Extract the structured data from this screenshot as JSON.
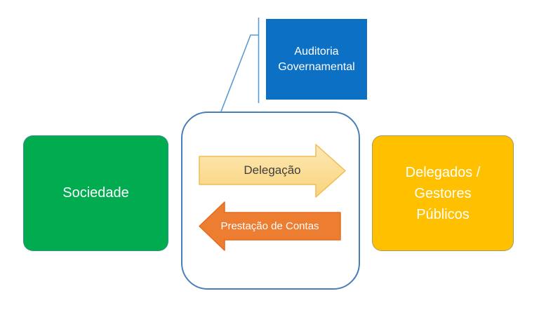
{
  "diagram": {
    "audit_box": {
      "lines": [
        "Auditoria",
        "Governamental"
      ],
      "fill": "#0C70C4",
      "text_color": "#FFFFFF"
    },
    "callout": {
      "line_color": "#5B9BD5"
    },
    "society_box": {
      "label": "Sociedade",
      "fill": "#00AC4F",
      "text_color": "#FFFFFF"
    },
    "delegates_box": {
      "lines": [
        "Delegados /",
        "Gestores",
        "Públicos"
      ],
      "fill": "#FFC000",
      "text_color": "#FFFFFF"
    },
    "exchange_box": {
      "fill": "#FFFFFF",
      "border_color": "#4A7EBA"
    },
    "delegation_arrow": {
      "label": "Delegação",
      "direction": "right",
      "fill_light": "#FCE8B4",
      "fill_dark": "#FAD47D",
      "outline_color": "#F0BC52",
      "text_color": "#3F3F3F"
    },
    "accountability_arrow": {
      "label": "Prestação de Contas",
      "direction": "left",
      "fill": "#ED7D31",
      "outline_color": "#E16C21",
      "text_color": "#FFFFFF"
    }
  }
}
